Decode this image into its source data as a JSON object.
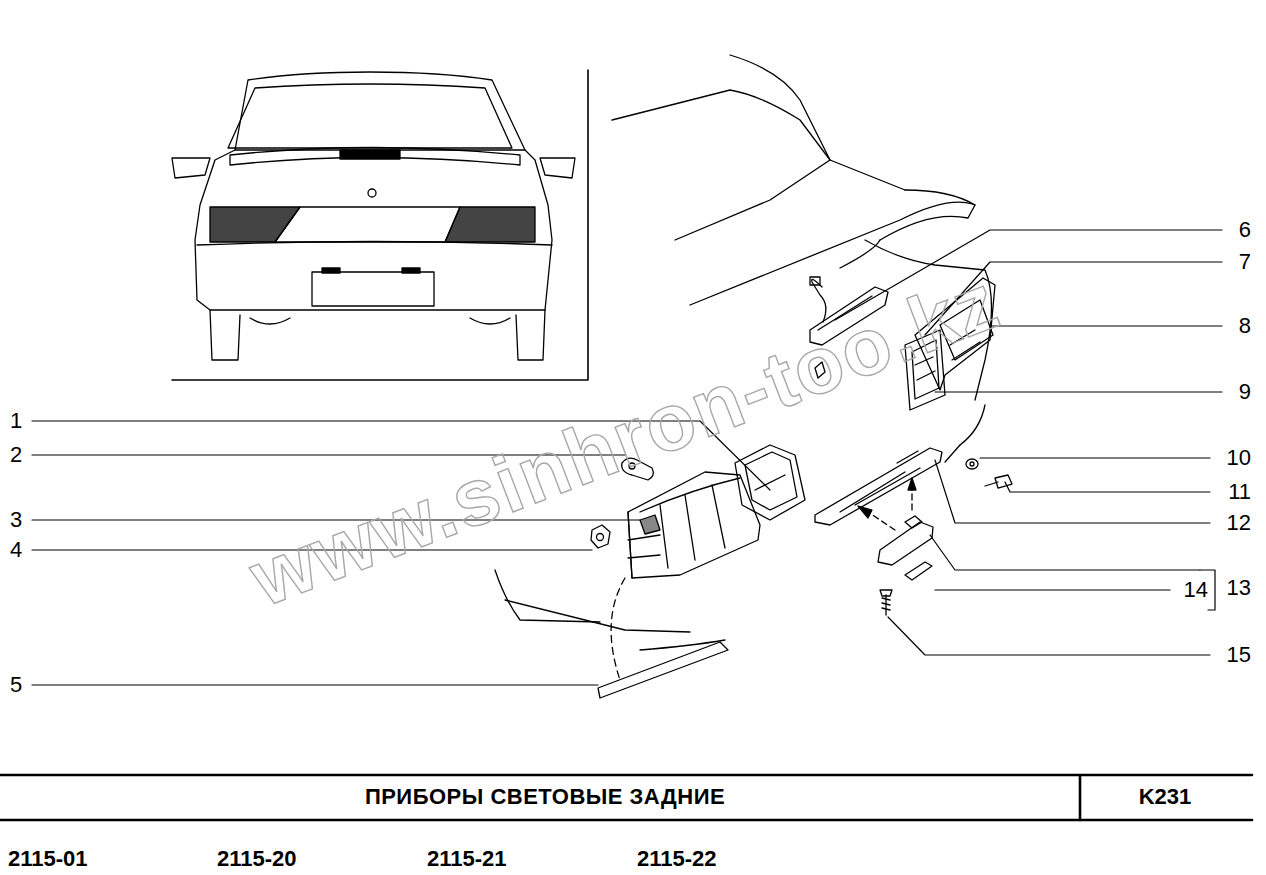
{
  "diagram": {
    "title": "ПРИБОРЫ СВЕТОВЫЕ ЗАДНИЕ",
    "labels": [
      "1",
      "2",
      "3",
      "4",
      "5",
      "6",
      "7",
      "8",
      "9",
      "10",
      "11",
      "12",
      "13",
      "14",
      "15",
      "K231",
      "2115-01",
      "2115-20",
      "2115-21",
      "2115-22",
      "www.sinhron-too.kz"
    ]
  }
}
